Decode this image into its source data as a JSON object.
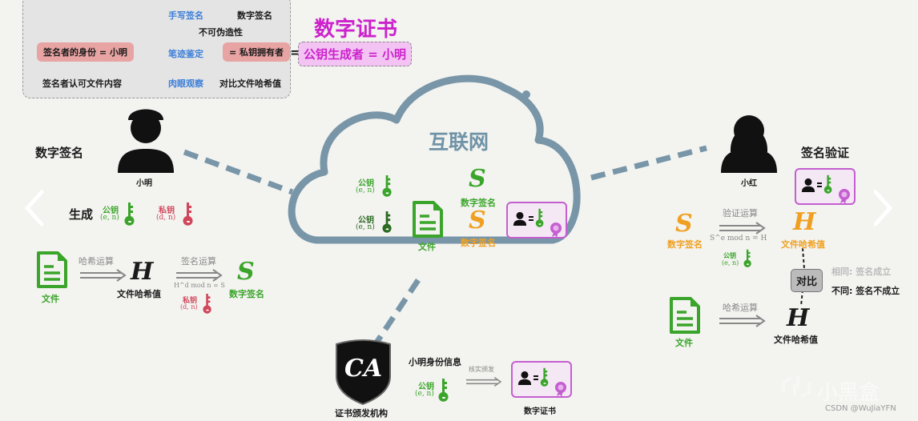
{
  "comparison_table": {
    "col_handwritten": "手写签名",
    "col_digital": "数字签名",
    "header_unforgeable": "不可伪造性",
    "row_identity": "签名者的身份 = 小明",
    "handwritten_identity": "笔迹鉴定",
    "digital_identity": "= 私钥拥有者",
    "row_acknowledge": "签名者认可文件内容",
    "handwritten_ack": "肉眼观察",
    "digital_ack": "对比文件哈希值"
  },
  "certificate_def": {
    "equals": "=",
    "title": "数字证书",
    "definition": "公钥生成者 = 小明"
  },
  "internet": {
    "label": "互联网",
    "public_key": "公钥",
    "public_key_params": "(e, n)",
    "file": "文件",
    "signature": "数字签名",
    "S": "S"
  },
  "signer": {
    "section": "数字签名",
    "name": "小明",
    "generate": "生成",
    "public_key": "公钥",
    "public_params": "(e, n)",
    "private_key": "私钥",
    "private_params": "(d, n)",
    "file": "文件",
    "hash_op": "哈希运算",
    "H": "H",
    "hash_value": "文件哈希值",
    "sign_op": "签名运算",
    "sign_formula": "H^d mod n = S",
    "S": "S",
    "signature": "数字签名"
  },
  "verifier": {
    "section": "签名验证",
    "name": "小红",
    "S": "S",
    "signature": "数字签名",
    "verify_op": "验证运算",
    "verify_formula": "S^e mod n = H",
    "H": "H",
    "hash_value": "文件哈希值",
    "public_key": "公钥",
    "public_params": "(e, n)",
    "compare": "对比",
    "same": "相同: 签名成立",
    "different": "不同: 签名不成立",
    "file": "文件",
    "hash_op": "哈希运算",
    "H2": "H",
    "hash_value2": "文件哈希值"
  },
  "ca": {
    "logo": "CA",
    "name": "证书颁发机构",
    "identity_info": "小明身份信息",
    "public_key": "公钥",
    "public_params": "(e, n)",
    "issue_op": "核实颁发",
    "certificate": "数字证书"
  },
  "watermark": {
    "brand": "小黑盒",
    "credit": "CSDN @WuJiaYFN"
  },
  "colors": {
    "green": "#3aa52a",
    "red": "#d0465a",
    "orange": "#f0a020",
    "magenta": "#cc22cc",
    "cloud": "#7896a8",
    "blue": "#3b7fd9"
  }
}
